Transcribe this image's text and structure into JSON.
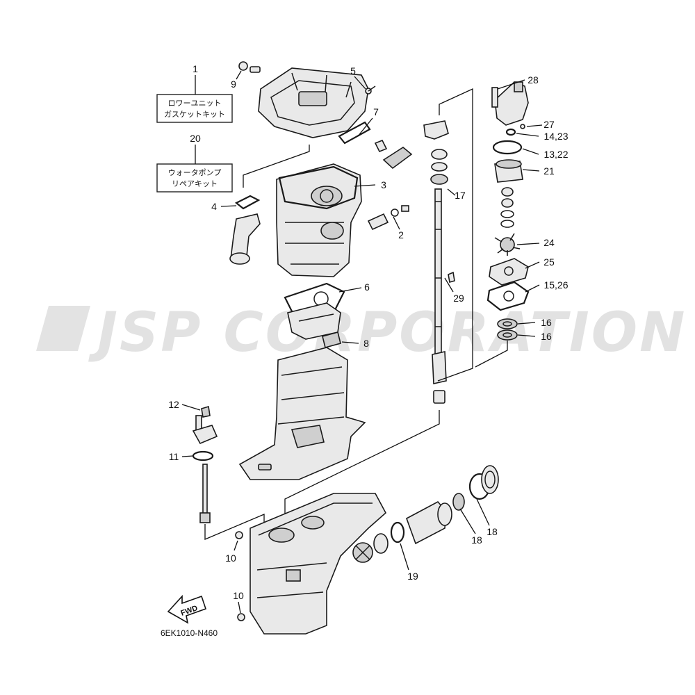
{
  "watermark": "JSP CORPORATION",
  "diagram_code": "6EK1010-N460",
  "fwd_label": "FWD",
  "kits": [
    {
      "number": "1",
      "line1": "ロワーユニット",
      "line2": "ガスケットキット"
    },
    {
      "number": "20",
      "line1": "ウォータポンプ",
      "line2": "リペアキット"
    }
  ],
  "callouts": {
    "c9": "9",
    "c5": "5",
    "c7": "7",
    "c3": "3",
    "c4": "4",
    "c2": "2",
    "c6": "6",
    "c8": "8",
    "c12": "12",
    "c11": "11",
    "c10a": "10",
    "c10b": "10",
    "c17": "17",
    "c29": "29",
    "c28": "28",
    "c27": "27",
    "c1423": "14,23",
    "c1322": "13,22",
    "c21": "21",
    "c24": "24",
    "c25": "25",
    "c1526": "15,26",
    "c16a": "16",
    "c16b": "16",
    "c18a": "18",
    "c18b": "18",
    "c19": "19"
  }
}
